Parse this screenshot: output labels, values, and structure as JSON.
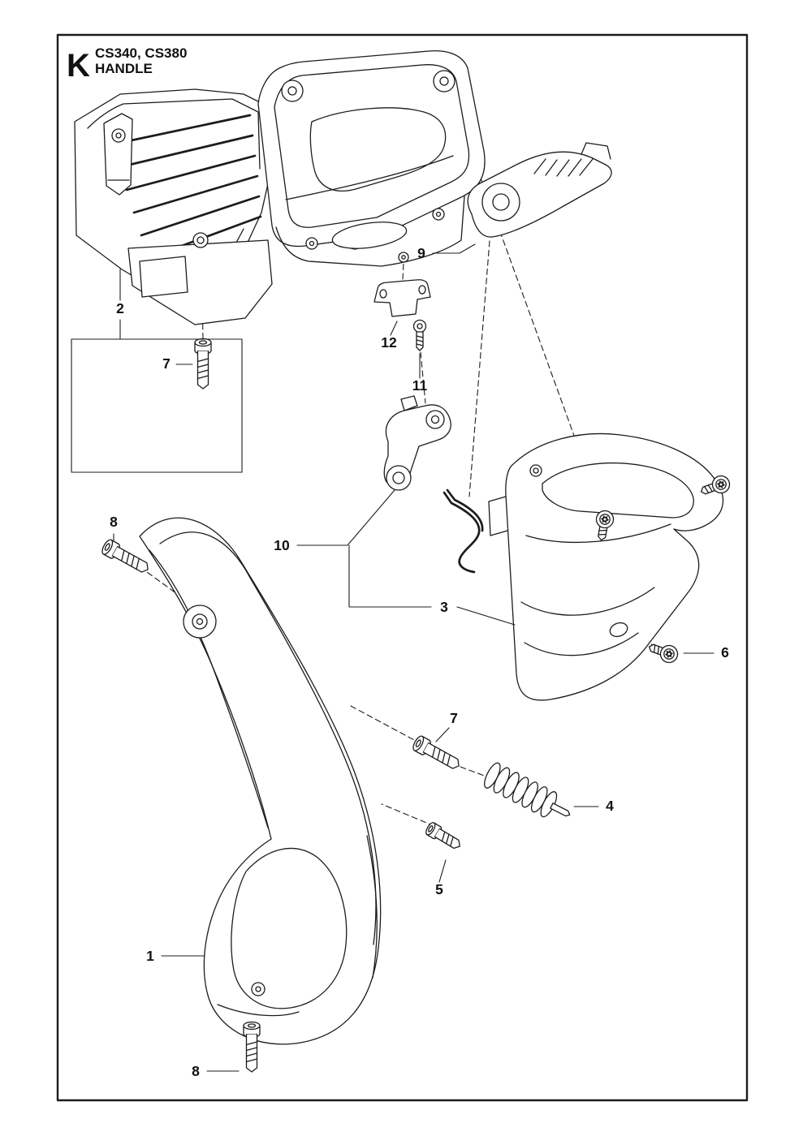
{
  "header": {
    "section_letter": "K",
    "models": "CS340, CS380",
    "title": "HANDLE"
  },
  "callouts": {
    "c1": "1",
    "c2": "2",
    "c3": "3",
    "c4": "4",
    "c5": "5",
    "c6": "6",
    "c7top": "7",
    "c7mid": "7",
    "c8top": "8",
    "c8bottom": "8",
    "c9": "9",
    "c10": "10",
    "c11": "11",
    "c12": "12"
  }
}
